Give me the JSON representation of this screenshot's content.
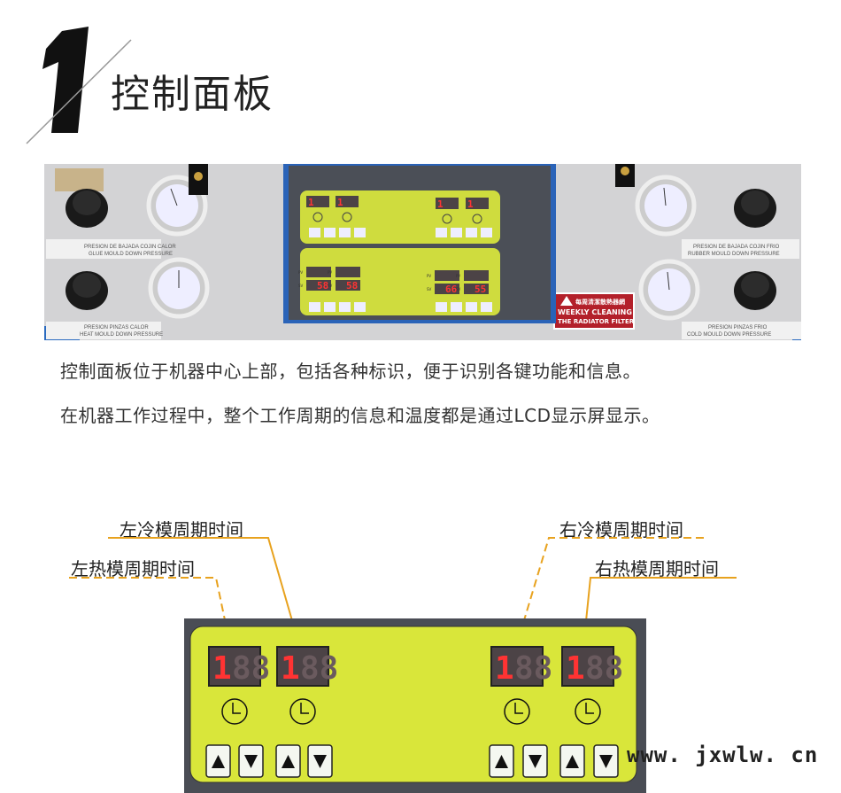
{
  "header": {
    "number": "1",
    "title": "控制面板"
  },
  "photo": {
    "left_labels": [
      {
        "es": "PRESION DE BAJADA COJIN CALOR",
        "en": "GLUE MOULD DOWN PRESSURE"
      },
      {
        "es": "PRESION PINZAS CALOR",
        "en": "HEAT MOULD DOWN PRESSURE"
      }
    ],
    "right_labels": [
      {
        "es": "PRESION DE BAJADA COJIN FRIO",
        "en": "RUBBER MOULD DOWN PRESSURE"
      },
      {
        "es": "PRESION PINZAS FRIO",
        "en": "COLD MOULD DOWN PRESSURE"
      }
    ],
    "warning": {
      "cn": "每周清潔散熱器網",
      "line1": "WEEKLY CLEANING",
      "line2": "THE RADIATOR FILTER"
    },
    "timer_displays": [
      "1",
      "1",
      "1",
      "1"
    ],
    "pv_label": "PV",
    "sv_label": "SV",
    "temp_sv": [
      "58",
      "58",
      "66",
      "55"
    ]
  },
  "description": [
    "控制面板位于机器中心上部，包括各种标识，便于识别各键功能和信息。",
    "在机器工作过程中，整个工作周期的信息和温度都是通过LCD显示屏显示。"
  ],
  "callouts": {
    "left_cold": "左冷模周期时间",
    "left_hot": "左热模周期时间",
    "right_cold": "右冷模周期时间",
    "right_hot": "右热模周期时间"
  },
  "detail_panel": {
    "displays": [
      "1",
      "1",
      "1",
      "1"
    ],
    "dim_digits": "88"
  },
  "colors": {
    "panel": "#d9e63a",
    "accent_line": "#e8a21e",
    "led": "#ff3333"
  },
  "watermark": "www. jxwlw. cn"
}
